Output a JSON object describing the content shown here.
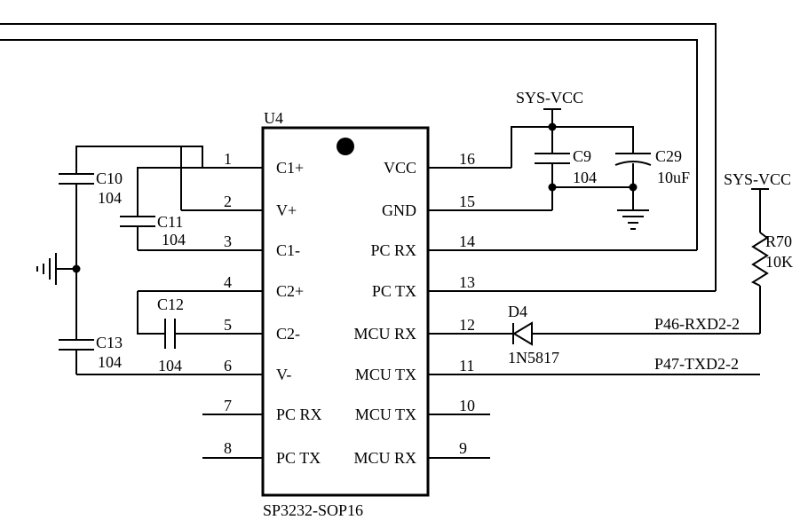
{
  "chip": {
    "ref": "U4",
    "part": "SP3232-SOP16",
    "left_pins": [
      {
        "num": "1",
        "name": "C1+"
      },
      {
        "num": "2",
        "name": "V+"
      },
      {
        "num": "3",
        "name": "C1-"
      },
      {
        "num": "4",
        "name": "C2+"
      },
      {
        "num": "5",
        "name": "C2-"
      },
      {
        "num": "6",
        "name": "V-"
      },
      {
        "num": "7",
        "name": "PC RX"
      },
      {
        "num": "8",
        "name": "PC TX"
      }
    ],
    "right_pins": [
      {
        "num": "16",
        "name": "VCC"
      },
      {
        "num": "15",
        "name": "GND"
      },
      {
        "num": "14",
        "name": "PC RX"
      },
      {
        "num": "13",
        "name": "PC TX"
      },
      {
        "num": "12",
        "name": "MCU RX"
      },
      {
        "num": "11",
        "name": "MCU TX"
      },
      {
        "num": "10",
        "name": "MCU TX"
      },
      {
        "num": "9",
        "name": "MCU RX"
      }
    ]
  },
  "components": {
    "c10": {
      "ref": "C10",
      "value": "104"
    },
    "c11": {
      "ref": "C11",
      "value": "104"
    },
    "c12": {
      "ref": "C12",
      "value": "104"
    },
    "c13": {
      "ref": "C13",
      "value": "104"
    },
    "c9": {
      "ref": "C9",
      "value": "104"
    },
    "c29": {
      "ref": "C29",
      "value": "10uF"
    },
    "r70": {
      "ref": "R70",
      "value": "10K"
    },
    "d4": {
      "ref": "D4",
      "value": "1N5817"
    }
  },
  "power": {
    "vcc_top": "SYS-VCC",
    "vcc_right": "SYS-VCC"
  },
  "nets": {
    "rxd": "P46-RXD2-2",
    "txd": "P47-TXD2-2"
  }
}
